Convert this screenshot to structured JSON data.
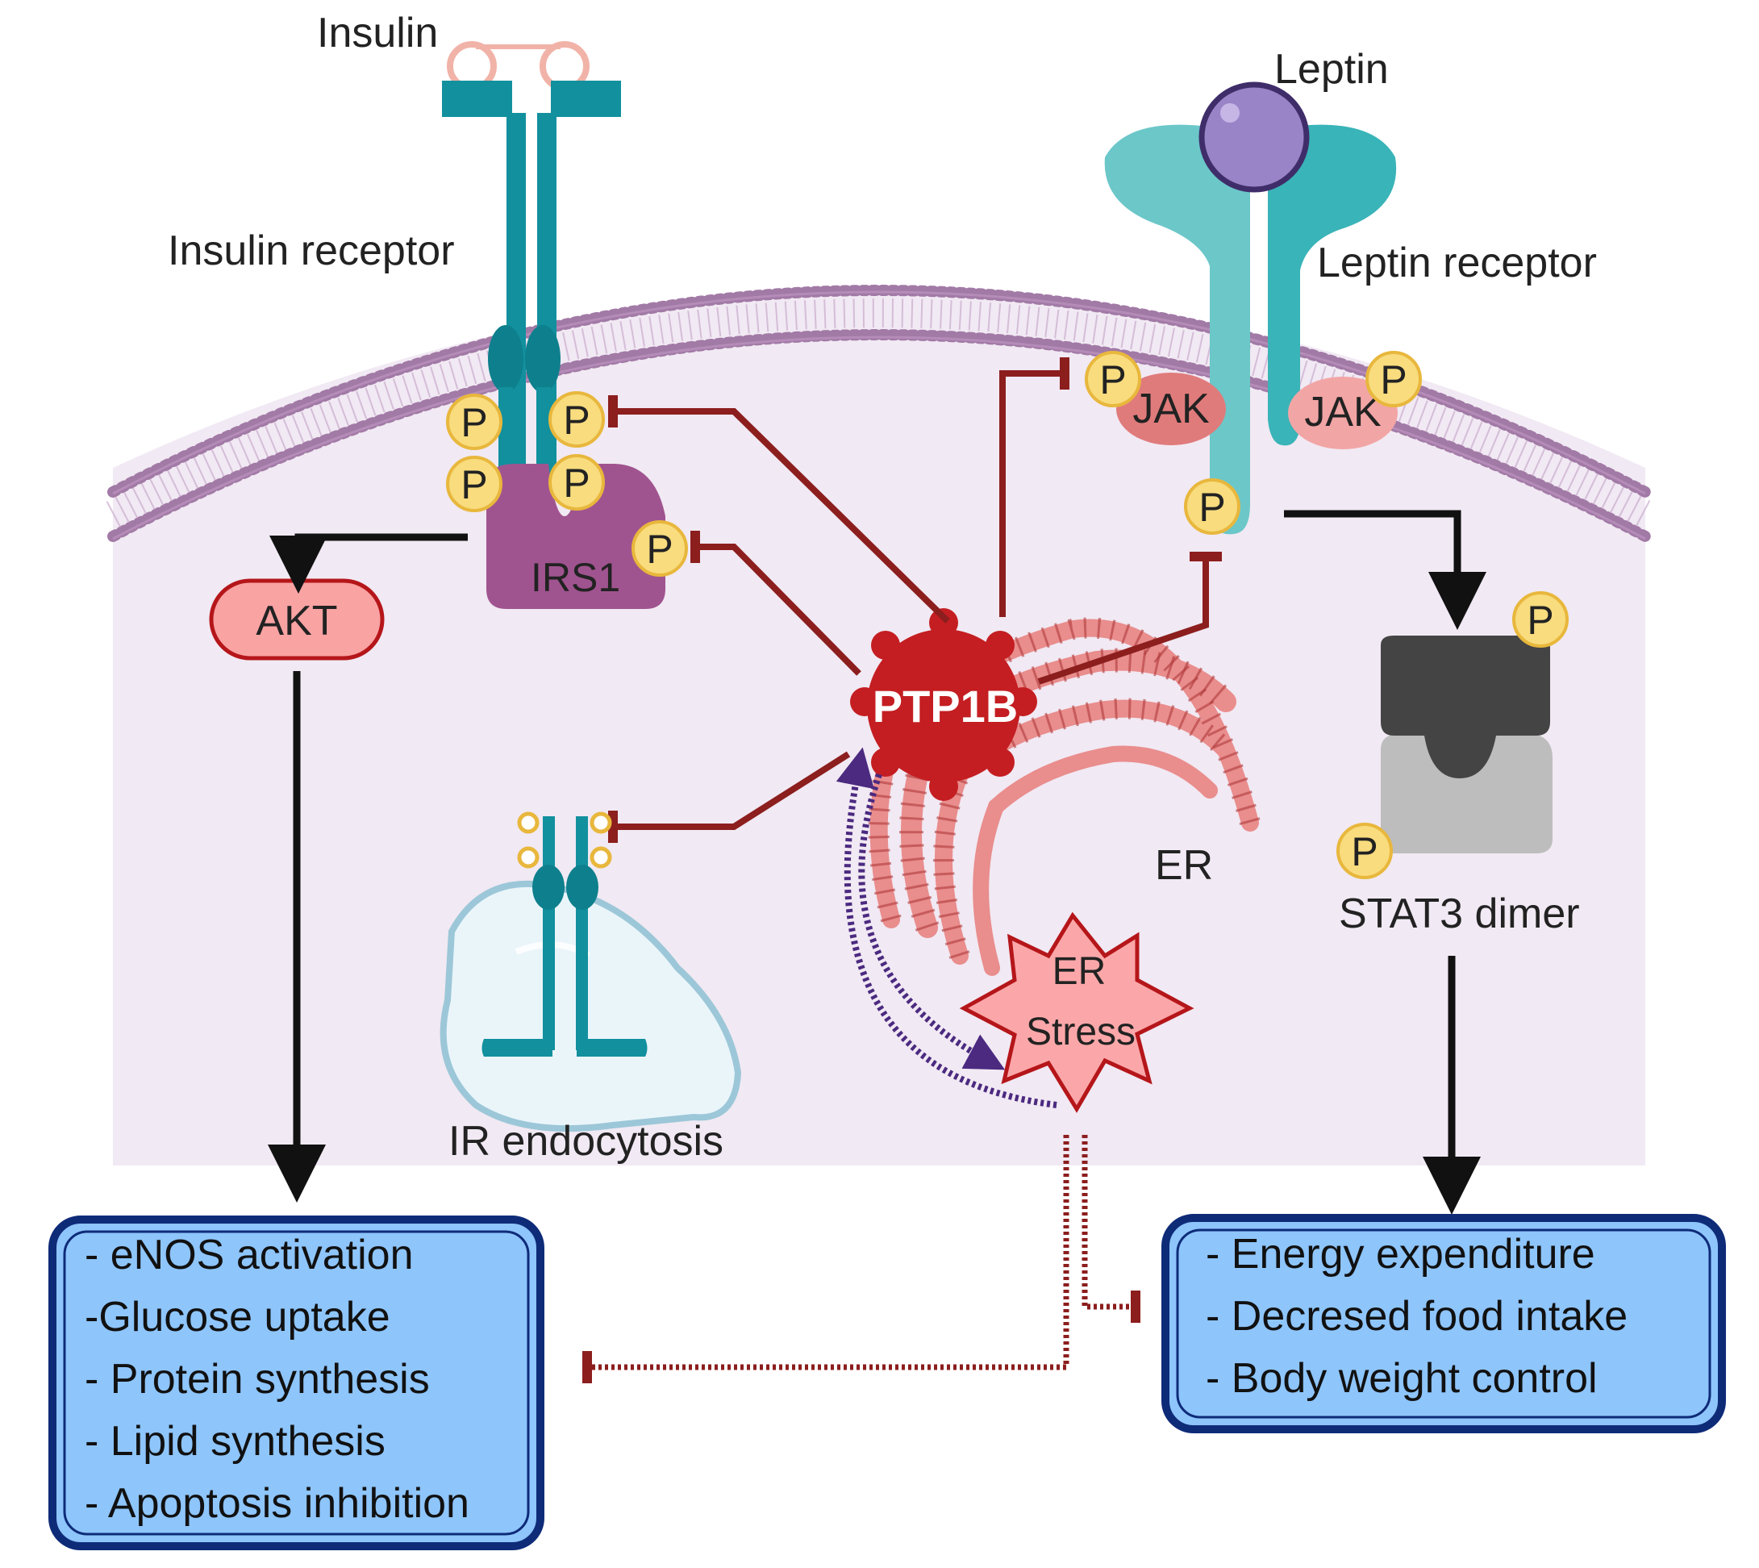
{
  "labels": {
    "insulin": "Insulin",
    "insulin_receptor": "Insulin receptor",
    "leptin": "Leptin",
    "leptin_receptor": "Leptin receptor",
    "jak": "JAK",
    "irs1": "IRS1",
    "akt": "AKT",
    "ptp1b": "PTP1B",
    "er": "ER",
    "er_stress_line1": "ER",
    "er_stress_line2": "Stress",
    "stat3_dimer": "STAT3 dimer",
    "ir_endocytosis": "IR endocytosis",
    "phospho": "P"
  },
  "left_box": {
    "items": [
      "- eNOS activation",
      "-Glucose uptake",
      "- Protein synthesis",
      "- Lipid synthesis",
      "- Apoptosis inhibition"
    ]
  },
  "right_box": {
    "items": [
      "- Energy expenditure",
      "- Decresed food intake",
      "- Body weight control"
    ]
  },
  "colors": {
    "cytoplasm": "#f1e9f3",
    "membrane": "#a27aa6",
    "insulin_receptor": "#12909e",
    "leptin_receptor": "#5bc3c5",
    "leptin": "#9a84c8",
    "irs1": "#a0548f",
    "akt": "#f9a3a3",
    "ptp1b": "#c41e22",
    "inhibition": "#8c1e1e",
    "er": "#e98d8d",
    "er_stress": "#fba7a9",
    "stat3_dark": "#444444",
    "stat3_light": "#bdbdbd",
    "phospho": "#f8dc7e",
    "box_fill": "#8ec5fb",
    "box_border": "#0e2b78",
    "dotted_arrow": "#4b2a80"
  }
}
